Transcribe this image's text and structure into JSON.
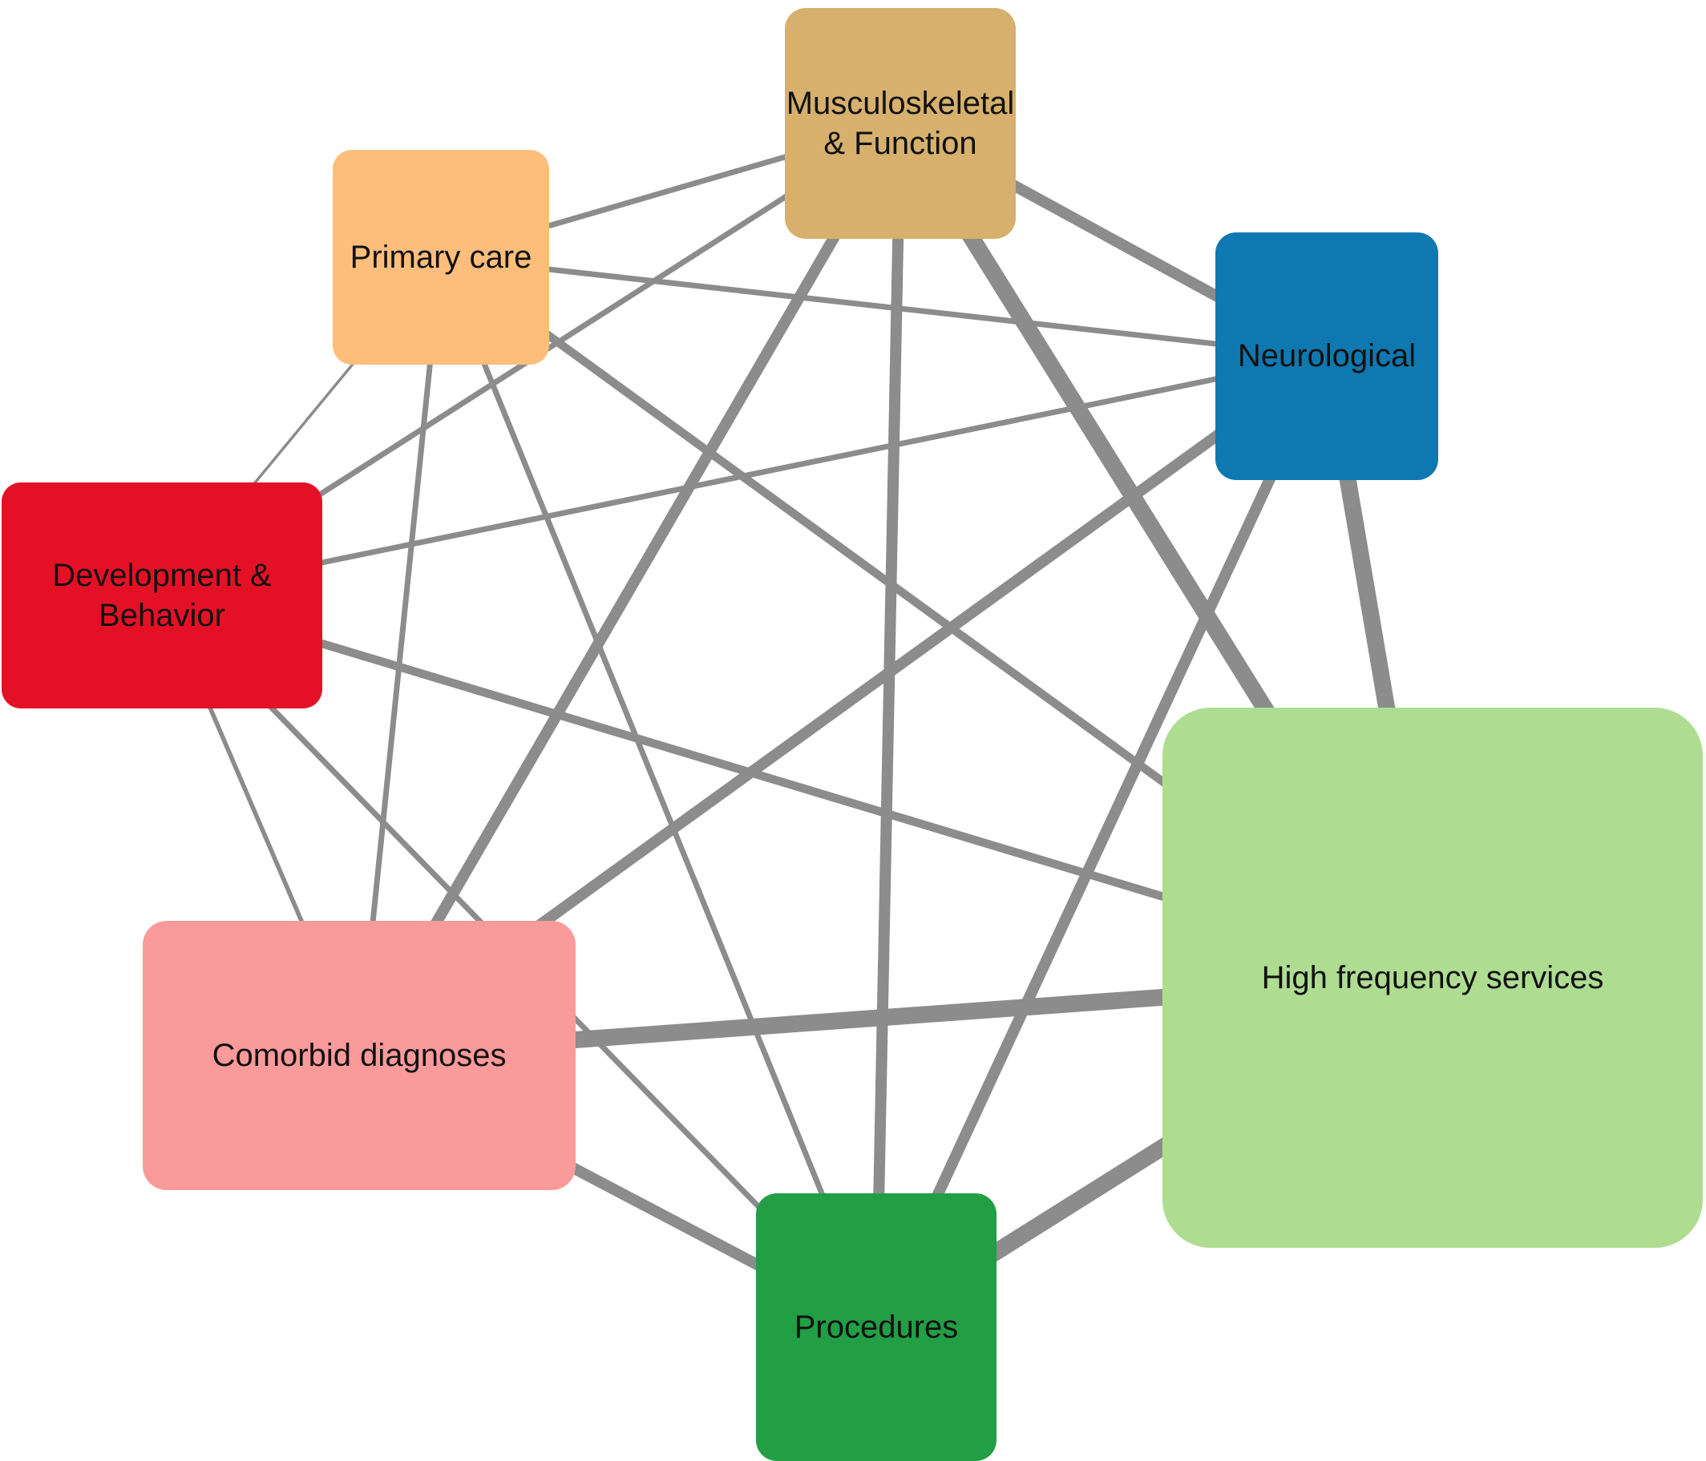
{
  "nodes": [
    {
      "key": "musc",
      "label": "Musculoskeletal\n& Function",
      "color": "#d6b06c"
    },
    {
      "key": "prim",
      "label": "Primary care",
      "color": "#fdbe7c"
    },
    {
      "key": "neuro",
      "label": "Neurological",
      "color": "#0f78b0"
    },
    {
      "key": "dev",
      "label": "Development &\nBehavior",
      "color": "#e41126"
    },
    {
      "key": "high",
      "label": "High frequency services",
      "color": "#aedd92"
    },
    {
      "key": "comor",
      "label": "Comorbid diagnoses",
      "color": "#fb9a9b"
    },
    {
      "key": "proc",
      "label": "Procedures",
      "color": "#229e45"
    }
  ],
  "edges": [
    {
      "from": "musc",
      "to": "prim",
      "weight": 1
    },
    {
      "from": "musc",
      "to": "neuro",
      "weight": 2
    },
    {
      "from": "musc",
      "to": "dev",
      "weight": 1
    },
    {
      "from": "musc",
      "to": "high",
      "weight": 3
    },
    {
      "from": "musc",
      "to": "comor",
      "weight": 2
    },
    {
      "from": "musc",
      "to": "proc",
      "weight": 2
    },
    {
      "from": "prim",
      "to": "neuro",
      "weight": 1
    },
    {
      "from": "prim",
      "to": "dev",
      "weight": 0.5
    },
    {
      "from": "prim",
      "to": "high",
      "weight": 1.5
    },
    {
      "from": "prim",
      "to": "comor",
      "weight": 1
    },
    {
      "from": "prim",
      "to": "proc",
      "weight": 1
    },
    {
      "from": "neuro",
      "to": "dev",
      "weight": 1
    },
    {
      "from": "neuro",
      "to": "high",
      "weight": 3
    },
    {
      "from": "neuro",
      "to": "comor",
      "weight": 2
    },
    {
      "from": "neuro",
      "to": "proc",
      "weight": 2
    },
    {
      "from": "dev",
      "to": "high",
      "weight": 1.5
    },
    {
      "from": "dev",
      "to": "comor",
      "weight": 0.8
    },
    {
      "from": "dev",
      "to": "proc",
      "weight": 1
    },
    {
      "from": "high",
      "to": "comor",
      "weight": 3
    },
    {
      "from": "high",
      "to": "proc",
      "weight": 3
    },
    {
      "from": "comor",
      "to": "proc",
      "weight": 2
    }
  ]
}
